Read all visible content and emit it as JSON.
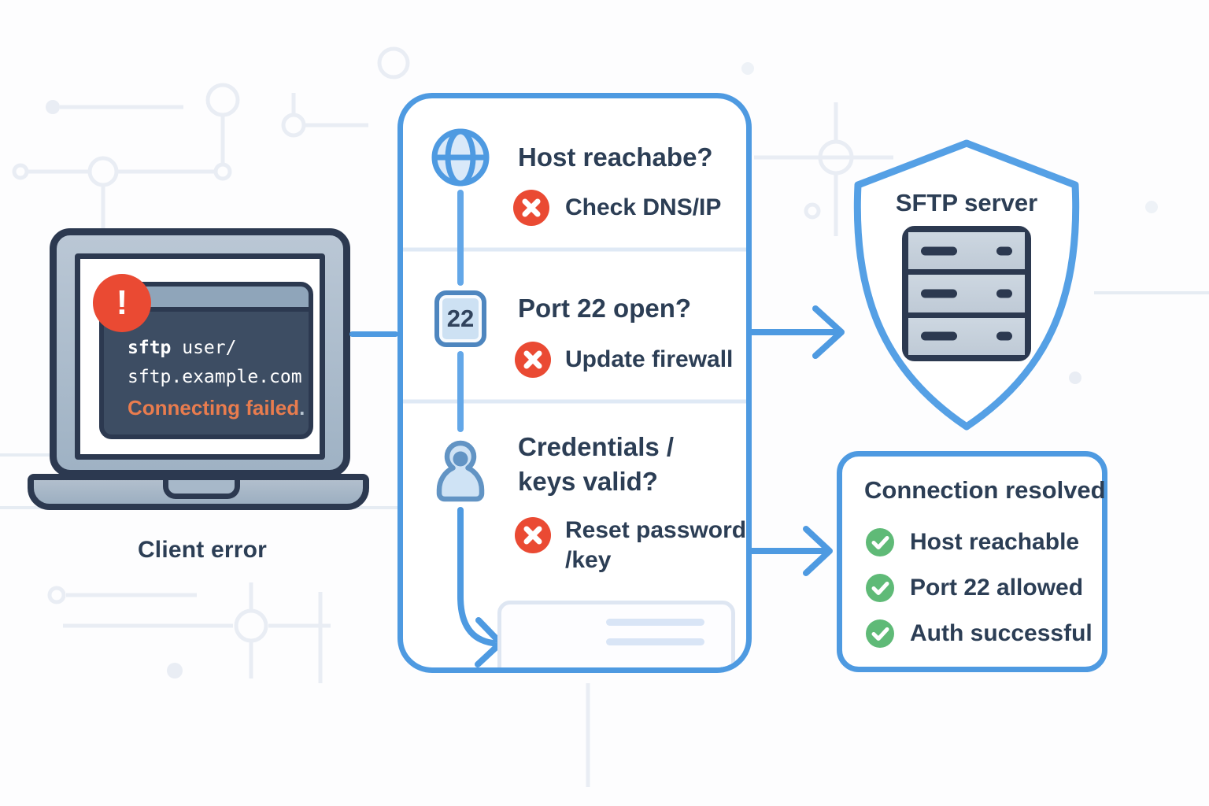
{
  "colors": {
    "accent_blue": "#4e9ae1",
    "navy_text": "#2c3e55",
    "error_red": "#ea4a33",
    "warn_orange": "#e97c4e",
    "success_green": "#5fba77",
    "laptop_gray": "#a7b8c9",
    "terminal_bg": "#3d4d63"
  },
  "client": {
    "caption": "Client error",
    "alert_glyph": "!",
    "terminal": {
      "command_bold": "sftp",
      "command_rest": " user/",
      "host": "sftp.example.com",
      "status": "Connecting failed",
      "status_period": "."
    }
  },
  "checklist": {
    "steps": [
      {
        "icon": "globe-icon",
        "question": "Host reachabe?",
        "fix": "Check DNS/IP"
      },
      {
        "icon": "port-22-badge",
        "badge": "22",
        "question": "Port 22 open?",
        "fix": "Update firewall"
      },
      {
        "icon": "user-icon",
        "question": "Credentials /",
        "question_line2": "keys valid?",
        "fix": "Reset password",
        "fix_line2": "/key"
      }
    ]
  },
  "server": {
    "label": "SFTP server"
  },
  "resolved": {
    "title": "Connection resolved",
    "items": [
      "Host reachable",
      "Port 22 allowed",
      "Auth successful"
    ]
  }
}
